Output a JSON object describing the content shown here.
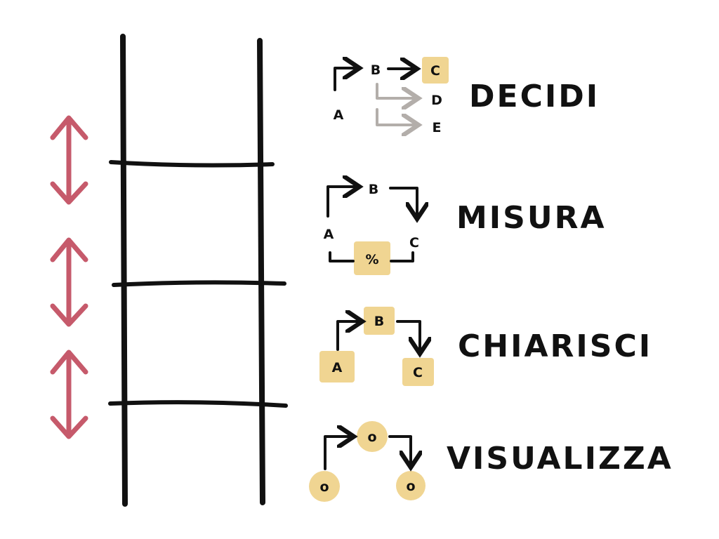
{
  "levels": [
    {
      "label": "DECIDI",
      "nodes": {
        "a": "A",
        "b": "B",
        "c": "C",
        "d": "D",
        "e": "E"
      }
    },
    {
      "label": "MISURA",
      "nodes": {
        "a": "A",
        "b": "B",
        "c": "C",
        "metric": "%"
      }
    },
    {
      "label": "CHIARISCI",
      "nodes": {
        "a": "A",
        "b": "B",
        "c": "C"
      }
    },
    {
      "label": "VISUALIZZA",
      "nodes": {
        "top": "o",
        "left": "o",
        "right": "o"
      }
    }
  ],
  "colors": {
    "highlight": "#f0d592",
    "arrow": "#c65a6b",
    "ink": "#111111",
    "muted": "#b3aeaa"
  }
}
